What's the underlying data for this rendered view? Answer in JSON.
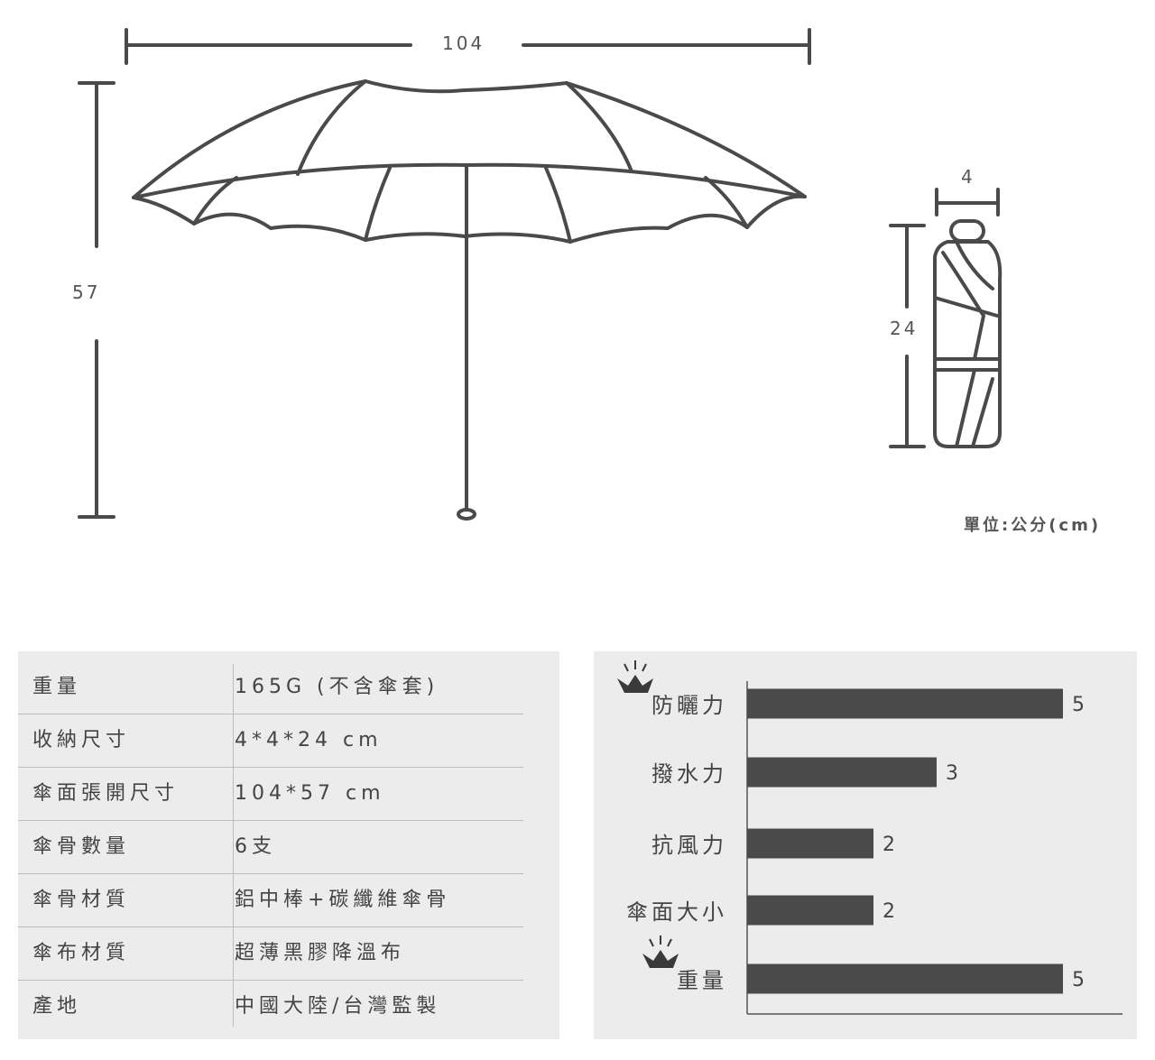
{
  "dimensions": {
    "open_width": "104",
    "open_height": "57",
    "folded_width": "4",
    "folded_length": "24",
    "unit_note": "單位:公分(cm)"
  },
  "specs": [
    {
      "label": "重量",
      "value": "165G (不含傘套)"
    },
    {
      "label": "收納尺寸",
      "value": "4*4*24 cm"
    },
    {
      "label": "傘面張開尺寸",
      "value": "104*57 cm"
    },
    {
      "label": "傘骨數量",
      "value": "6支"
    },
    {
      "label": "傘骨材質",
      "value": "鋁中棒+碳纖維傘骨"
    },
    {
      "label": "傘布材質",
      "value": "超薄黑膠降溫布"
    },
    {
      "label": "產地",
      "value": "中國大陸/台灣監製"
    }
  ],
  "chart_data": {
    "type": "bar",
    "orientation": "horizontal",
    "categories": [
      "防曬力",
      "撥水力",
      "抗風力",
      "傘面大小",
      "重量"
    ],
    "values": [
      5,
      3,
      2,
      2,
      5
    ],
    "xlim": [
      0,
      5
    ],
    "highlighted": [
      "防曬力",
      "重量"
    ],
    "bar_color": "#4a4a4a",
    "icon": "crown-icon"
  }
}
